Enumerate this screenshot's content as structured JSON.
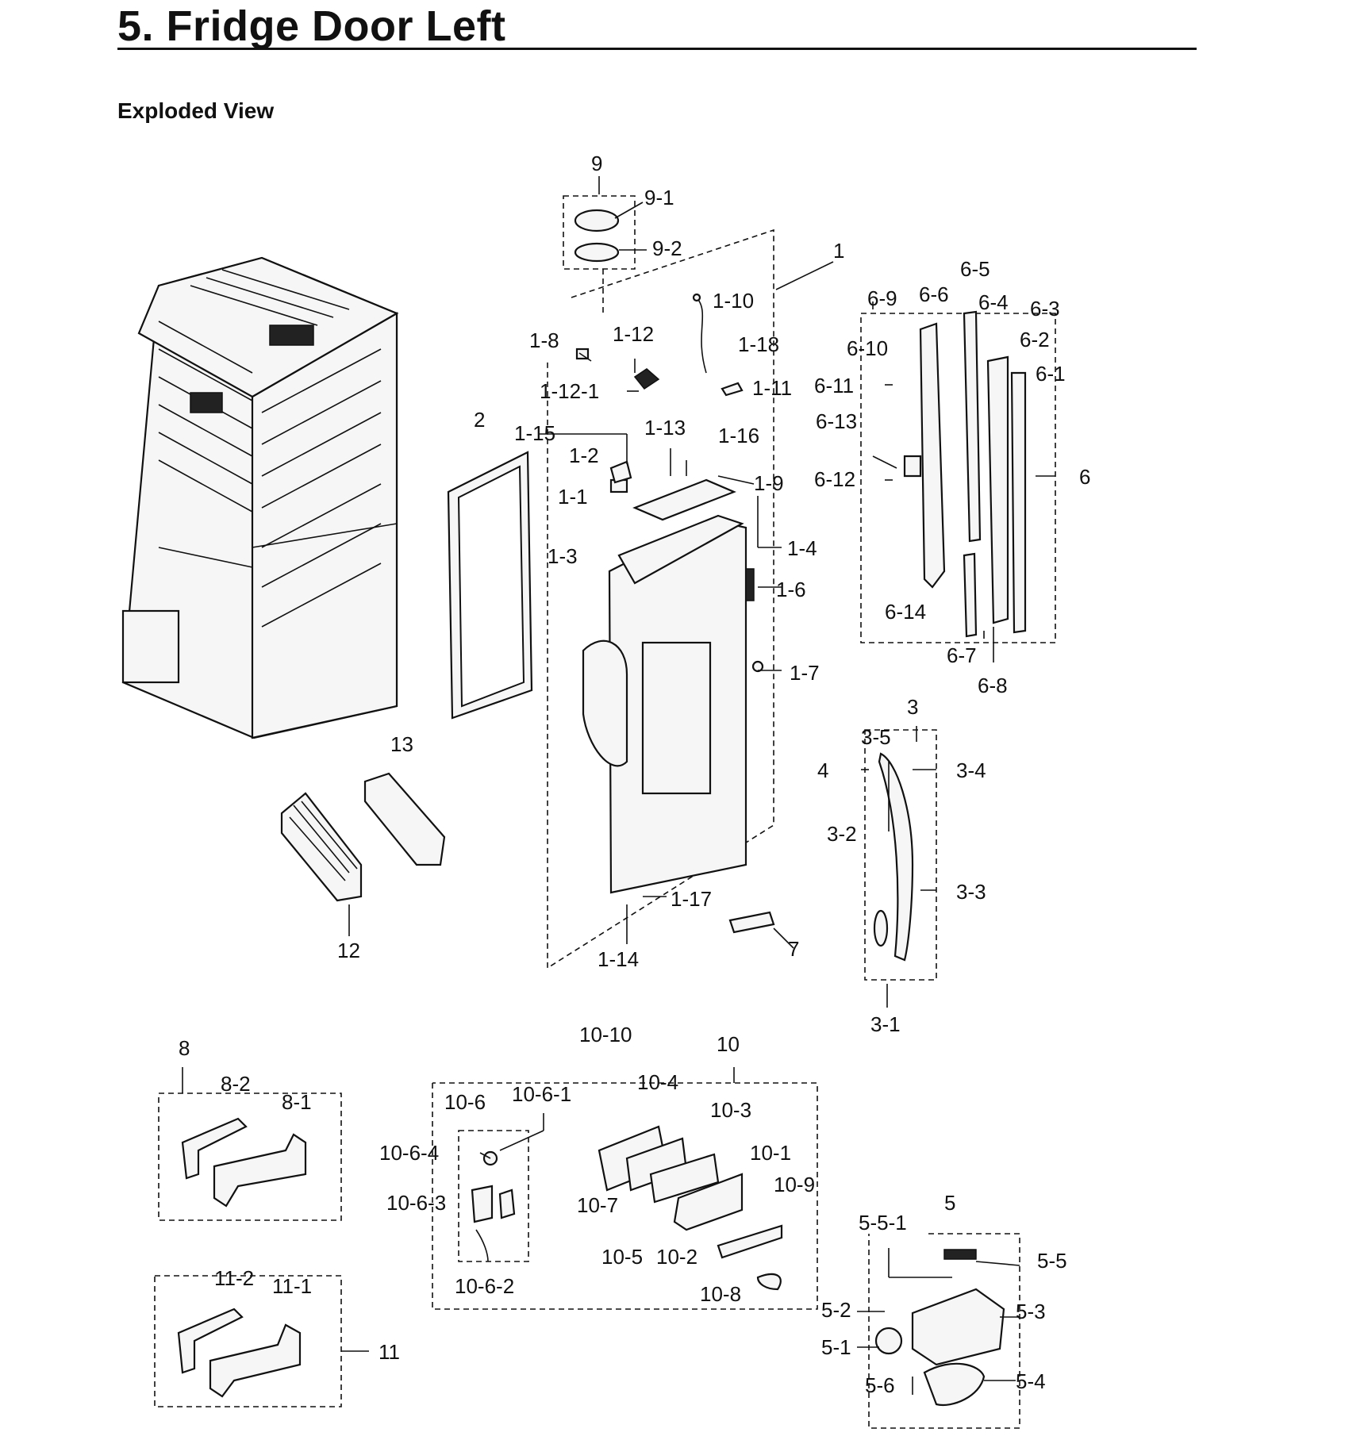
{
  "title": "5.  Fridge Door Left",
  "subtitle": "Exploded View",
  "labels": {
    "l9": "9",
    "l9_1": "9-1",
    "l9_2": "9-2",
    "l1": "1",
    "l1_10": "1-10",
    "l1_8": "1-8",
    "l1_12": "1-12",
    "l1_18": "1-18",
    "l1_12_1": "1-12-1",
    "l1_11": "1-11",
    "l2": "2",
    "l1_15": "1-15",
    "l1_13": "1-13",
    "l1_16": "1-16",
    "l1_2": "1-2",
    "l1_9": "1-9",
    "l1_1": "1-1",
    "l1_3": "1-3",
    "l1_4": "1-4",
    "l1_6": "1-6",
    "l1_7": "1-7",
    "l1_17": "1-17",
    "l1_14": "1-14",
    "l7": "7",
    "l13": "13",
    "l12": "12",
    "l6_5": "6-5",
    "l6_9": "6-9",
    "l6_6": "6-6",
    "l6_4": "6-4",
    "l6_3": "6-3",
    "l6_10": "6-10",
    "l6_2": "6-2",
    "l6_1": "6-1",
    "l6_11": "6-11",
    "l6_13": "6-13",
    "l6": "6",
    "l6_12": "6-12",
    "l6_14": "6-14",
    "l6_7": "6-7",
    "l6_8": "6-8",
    "l3": "3",
    "l3_5": "3-5",
    "l4": "4",
    "l3_4": "3-4",
    "l3_2": "3-2",
    "l3_3": "3-3",
    "l3_1": "3-1",
    "l8": "8",
    "l8_2": "8-2",
    "l8_1": "8-1",
    "l11_2": "11-2",
    "l11_1": "11-1",
    "l11": "11",
    "l10_10": "10-10",
    "l10": "10",
    "l10_6": "10-6",
    "l10_6_1": "10-6-1",
    "l10_4": "10-4",
    "l10_3": "10-3",
    "l10_6_4": "10-6-4",
    "l10_1": "10-1",
    "l10_9": "10-9",
    "l10_6_3": "10-6-3",
    "l10_7": "10-7",
    "l10_5": "10-5",
    "l10_2": "10-2",
    "l10_6_2": "10-6-2",
    "l10_8": "10-8",
    "l5": "5",
    "l5_5_1": "5-5-1",
    "l5_5": "5-5",
    "l5_2": "5-2",
    "l5_3": "5-3",
    "l5_1": "5-1",
    "l5_6": "5-6",
    "l5_4": "5-4"
  }
}
